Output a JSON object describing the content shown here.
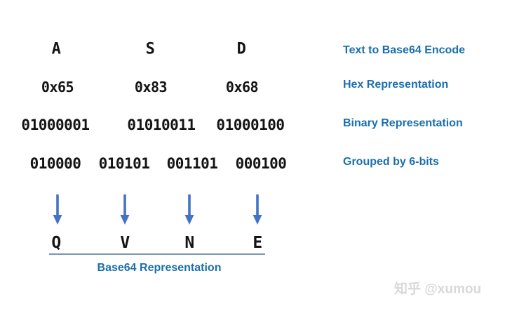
{
  "diagram": {
    "rows": {
      "text": {
        "label": "Text to Base64 Encode",
        "values": [
          "A",
          "S",
          "D"
        ]
      },
      "hex": {
        "label": "Hex Representation",
        "values": [
          "0x65",
          "0x83",
          "0x68"
        ]
      },
      "binary": {
        "label": "Binary Representation",
        "values": [
          "01000001",
          "01010011",
          "01000100"
        ]
      },
      "grouped": {
        "label": "Grouped by 6-bits",
        "values": [
          "010000",
          "010101",
          "001101",
          "000100"
        ]
      },
      "base64": {
        "label": "Base64 Representation",
        "values": [
          "Q",
          "V",
          "N",
          "E"
        ]
      }
    },
    "arrow_count": 4
  },
  "watermark": {
    "text": "知乎 @xumou"
  },
  "colors": {
    "label_blue": "#1a6fae",
    "arrow_blue": "#4472c4",
    "underline_blue": "#7c96b4",
    "text_black": "#141414",
    "watermark_gray": "#d9d9d9",
    "background": "#ffffff"
  }
}
